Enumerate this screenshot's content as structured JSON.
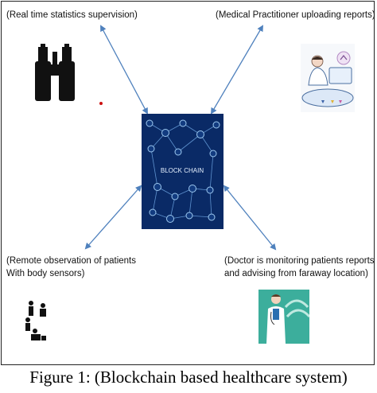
{
  "nodes": {
    "top_left": {
      "label": "(Real time statistics supervision)",
      "icon": "binoculars-icon"
    },
    "top_right": {
      "label": "(Medical Practitioner uploading reports)",
      "icon": "doctor-at-laptop-icon"
    },
    "bottom_left": {
      "line1": "(Remote observation of patients",
      "line2": "With body sensors)",
      "icon": "patients-with-sensors-icon"
    },
    "bottom_right": {
      "line1": "(Doctor is monitoring patients reports",
      "line2": "and advising from faraway location)",
      "icon": "doctor-monitoring-icon"
    }
  },
  "center": {
    "label": "BLOCK CHAIN",
    "icon": "blockchain-network-icon"
  },
  "caption": "Figure 1: (Blockchain based healthcare system)",
  "colors": {
    "arrow": "#4f81bd",
    "blockchain_bg": "#0a2a66",
    "blockchain_node": "#9ec9f0",
    "frame": "#222222"
  }
}
